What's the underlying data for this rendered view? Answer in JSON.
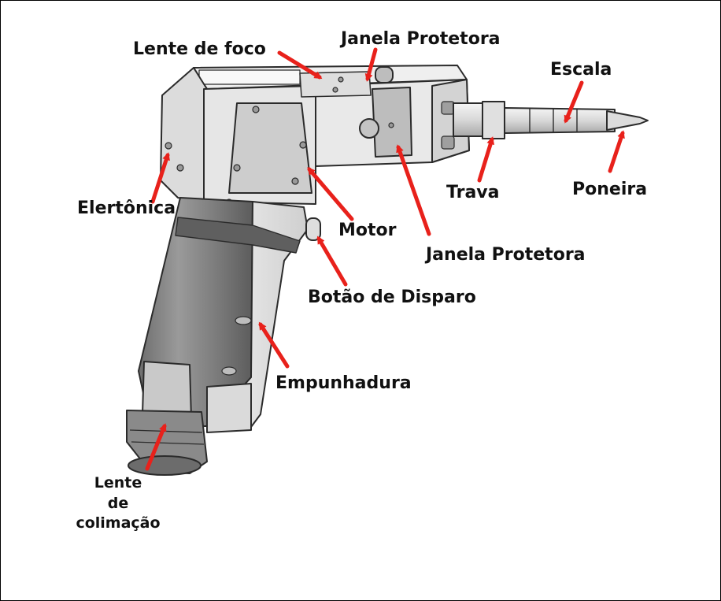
{
  "colors": {
    "arrow": "#e8211b",
    "outline": "#2b2b2b",
    "body_light": "#e4e4e4",
    "body_mid": "#c9c9c9",
    "body_dark": "#8e8e8e",
    "label": "#111111"
  },
  "labels": {
    "lente_de_foco": "Lente de foco",
    "janela_protetora_top": "Janela Protetora",
    "escala": "Escala",
    "elertonica": "Elertônica",
    "trava": "Trava",
    "poneira": "Poneira",
    "motor": "Motor",
    "janela_protetora_mid": "Janela Protetora",
    "botao_de_disparo": "Botão de Disparo",
    "empunhadura": "Empunhadura",
    "lente_de_colimacao": [
      "Lente",
      "de",
      "colimação"
    ]
  }
}
